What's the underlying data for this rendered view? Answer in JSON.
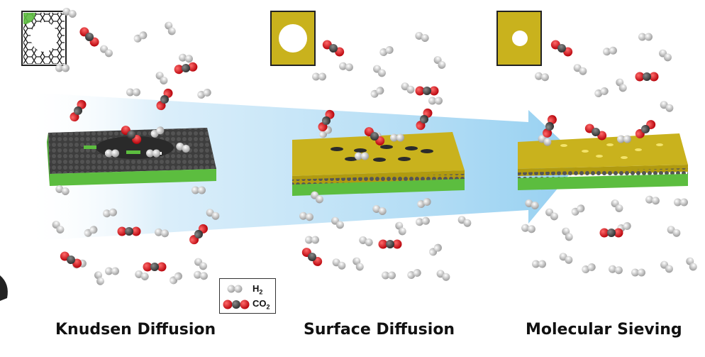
{
  "panels": [
    {
      "caption": "Knudsen Diffusion"
    },
    {
      "caption": "Surface Diffusion"
    },
    {
      "caption": "Molecular Sieving"
    }
  ],
  "legend": {
    "h2": {
      "base": "H",
      "sub": "2"
    },
    "co2": {
      "base": "CO",
      "sub": "2"
    }
  },
  "colors": {
    "graphene_green": "#5cbd3f",
    "membrane_gold": "#c9b21d",
    "flow_blue": "#9fd3f0",
    "hydrogen_grey": "#c8c8c8",
    "oxygen_red": "#e0161b",
    "carbon_dark": "#3a3a3a"
  },
  "icons": [
    "graphene-pore-icon",
    "large-pore-icon",
    "small-pore-icon",
    "flow-arrow-icon"
  ]
}
